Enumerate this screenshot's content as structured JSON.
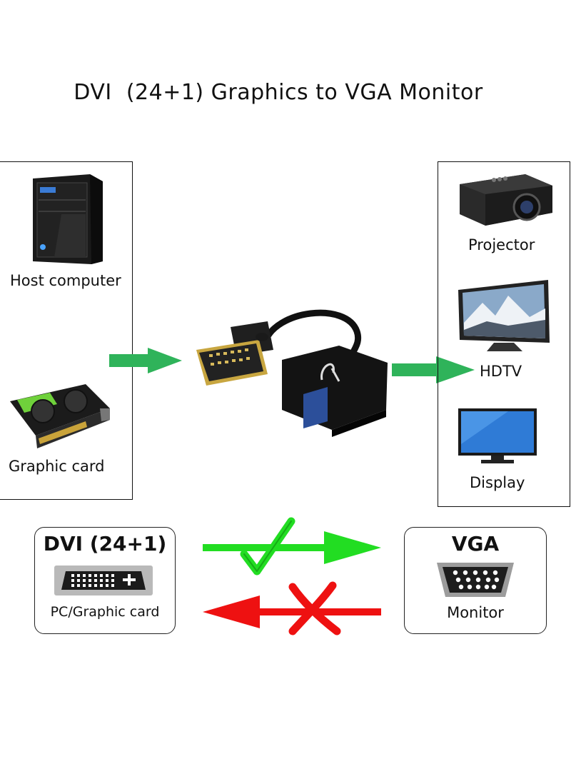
{
  "title": "DVI  (24+1) Graphics to VGA Monitor",
  "sources": {
    "host_computer": "Host computer",
    "graphic_card": "Graphic card"
  },
  "outputs": {
    "projector": "Projector",
    "hdtv": "HDTV",
    "display": "Display"
  },
  "compat": {
    "dvi_title": "DVI (24+1)",
    "dvi_sub": "PC/Graphic card",
    "vga_title": "VGA",
    "vga_sub": "Monitor"
  },
  "colors": {
    "arrow_green": "#2fb35a",
    "check_green": "#22dd22",
    "cross_red": "#ee1111"
  }
}
